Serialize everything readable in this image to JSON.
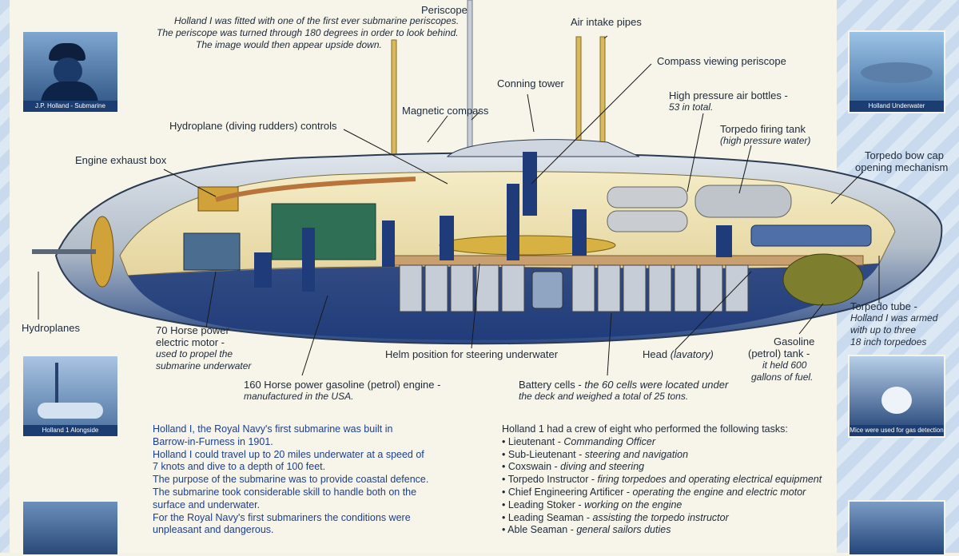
{
  "left_panel": {
    "photo1_caption": "J.P. Holland - Submarine Designer",
    "photo2_caption": "Holland 1 Alongside"
  },
  "right_panel": {
    "photo1_caption": "Holland Underwater",
    "photo2_caption": "Mice were used for gas detection"
  },
  "labels": {
    "periscope": {
      "title": "Periscope",
      "desc": [
        "Holland I was fitted with one of the first ever submarine periscopes.",
        "The periscope was turned through 180 degrees in order to look behind.",
        "The image would then appear upside down."
      ]
    },
    "air_intake": "Air intake pipes",
    "compass_periscope": "Compass viewing periscope",
    "conning_tower": "Conning tower",
    "magnetic_compass": "Magnetic compass",
    "high_pressure": {
      "title": "High pressure air bottles -",
      "desc": "53 in total."
    },
    "hydroplane_controls": "Hydroplane (diving rudders) controls",
    "torpedo_firing": {
      "title": "Torpedo firing tank",
      "desc": "(high pressure water)"
    },
    "engine_exhaust": "Engine exhaust box",
    "torpedo_bow": [
      "Torpedo bow cap",
      "opening mechanism"
    ],
    "hydroplanes": "Hydroplanes",
    "motor": {
      "title": [
        "70 Horse power",
        "electric motor -"
      ],
      "desc": [
        "used to propel the",
        "submarine underwater"
      ]
    },
    "torpedo_tube": {
      "title": "Torpedo tube -",
      "desc": [
        "Holland I was armed",
        "with up to three",
        "18 inch torpedoes"
      ]
    },
    "helm": "Helm position for steering underwater",
    "head": {
      "title": "Head",
      "desc": "(lavatory)"
    },
    "gasoline_tank": {
      "title": [
        "Gasoline",
        "(petrol) tank -"
      ],
      "desc": [
        "it held 600",
        "gallons of fuel."
      ]
    },
    "engine": {
      "title": "160 Horse power gasoline (petrol) engine -",
      "desc": "manufactured in the USA."
    },
    "battery": {
      "title": "Battery cells -",
      "desc": [
        "the 60 cells were located under",
        "the deck and weighed a total of 25 tons."
      ]
    }
  },
  "summary": [
    "Holland I, the Royal Navy's first submarine was built in",
    "Barrow-in-Furness in 1901.",
    "Holland I could travel up to 20 miles underwater at a speed of",
    "7 knots and dive to a depth of 100 feet.",
    "The purpose of the submarine was to provide coastal defence.",
    "The submarine took considerable skill to handle both on the",
    "surface and underwater.",
    "For the Royal Navy's first submariners the conditions were",
    "unpleasant and dangerous."
  ],
  "crew": {
    "intro": "Holland 1 had a crew of eight who performed the following tasks:",
    "roles": [
      {
        "role": "Lieutenant -",
        "task": "Commanding Officer"
      },
      {
        "role": "Sub-Lieutenant -",
        "task": "steering and navigation"
      },
      {
        "role": "Coxswain -",
        "task": "diving and steering"
      },
      {
        "role": "Torpedo Instructor -",
        "task": "firing torpedoes and operating electrical equipment"
      },
      {
        "role": "Chief Engineering Artificer -",
        "task": "operating the engine and electric motor"
      },
      {
        "role": "Leading Stoker -",
        "task": "working on the engine"
      },
      {
        "role": "Leading Seaman -",
        "task": "assisting the torpedo instructor"
      },
      {
        "role": "Able Seaman -",
        "task": "general sailors duties"
      }
    ]
  },
  "colors": {
    "hull": "#b9c3cf",
    "hull_dark": "#1e3a78",
    "deck": "#c8a070",
    "engine": "#2f6f56",
    "brass": "#d1a23a"
  }
}
